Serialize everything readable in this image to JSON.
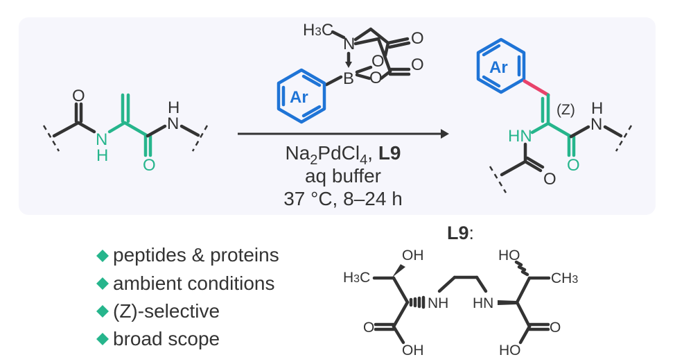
{
  "colors": {
    "panel_bg": "#f6f6fc",
    "ink": "#333333",
    "dehydroalanine_green": "#26b58c",
    "aryl_blue": "#1f74d6",
    "new_bond_pink": "#e8436b",
    "bullet_green": "#26b58c"
  },
  "starting_material": {
    "name": "dehydroalanine-residue",
    "atoms": {
      "o_left": "O",
      "nh_left": "N",
      "h_left": "H",
      "o_right": "O",
      "n_right": "N",
      "h_right": "H"
    }
  },
  "reagent": {
    "name": "aryl-MIDA-boronate",
    "methyl": "H3C",
    "methyl_parts": {
      "h": "H",
      "sub": "3",
      "c": "C"
    },
    "n": "N",
    "b": "B",
    "o_ring_top": "O",
    "o_ring_bottom": "O",
    "o_carbonyl_top": "O",
    "o_carbonyl_bottom": "O",
    "aryl_label": "Ar"
  },
  "conditions": {
    "line1": {
      "na": "Na",
      "sub2": "2",
      "pdcl": "PdCl",
      "sub4": "4",
      "sep": ", ",
      "ligand": "L9"
    },
    "line2": "aq buffer",
    "line3": "37 °C, 8–24 h"
  },
  "product": {
    "aryl_label": "Ar",
    "stereo_label": "(Z)",
    "hn": "HN",
    "o_green": "O",
    "n_right": "N",
    "h_right": "H",
    "o_bottom": "O"
  },
  "features": {
    "items": [
      {
        "label": "peptides & proteins"
      },
      {
        "label": "ambient conditions"
      },
      {
        "label": "(Z)-selective"
      },
      {
        "label": "broad scope"
      }
    ],
    "bullet_icon": "diamond"
  },
  "ligand": {
    "title": "L9",
    "title_suffix": ":",
    "left": {
      "oh_top": "OH",
      "h3c": "H3C",
      "nh": "NH",
      "o": "O",
      "oh_bottom": "OH"
    },
    "right": {
      "ho_top": "HO",
      "ch3": "CH3",
      "hn": "HN",
      "o": "O",
      "ho_bottom": "HO"
    }
  }
}
